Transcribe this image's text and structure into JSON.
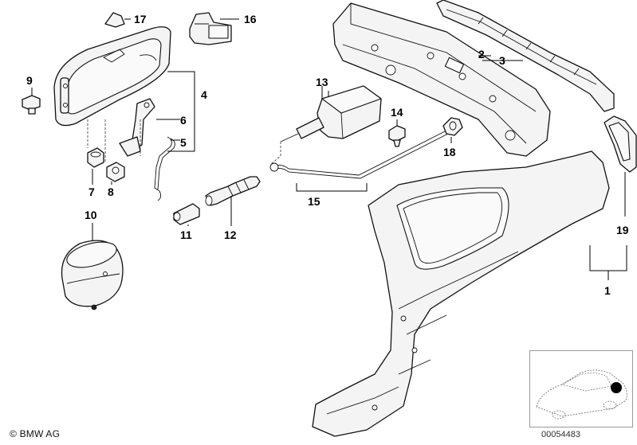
{
  "callouts": [
    {
      "id": "1",
      "text": "1"
    },
    {
      "id": "2",
      "text": "2"
    },
    {
      "id": "3",
      "text": "3"
    },
    {
      "id": "4",
      "text": "4"
    },
    {
      "id": "5",
      "text": "5"
    },
    {
      "id": "6",
      "text": "6"
    },
    {
      "id": "7",
      "text": "7"
    },
    {
      "id": "8",
      "text": "8"
    },
    {
      "id": "9",
      "text": "9"
    },
    {
      "id": "10",
      "text": "10"
    },
    {
      "id": "11",
      "text": "11"
    },
    {
      "id": "12",
      "text": "12"
    },
    {
      "id": "13",
      "text": "13"
    },
    {
      "id": "14",
      "text": "14"
    },
    {
      "id": "15",
      "text": "15"
    },
    {
      "id": "16",
      "text": "16"
    },
    {
      "id": "17",
      "text": "17"
    },
    {
      "id": "18",
      "text": "18"
    },
    {
      "id": "19",
      "text": "19"
    }
  ],
  "footer": {
    "copyright": "© BMW AG",
    "document_number": "00054483"
  },
  "colors": {
    "line": "#000000",
    "part_fill": "#f4f4f4",
    "background": "#ffffff"
  }
}
